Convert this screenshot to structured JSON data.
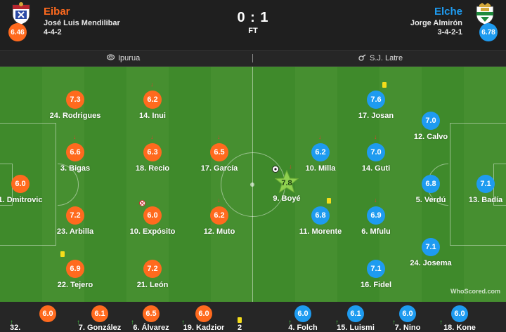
{
  "match": {
    "home_team": "Eibar",
    "home_manager": "José Luis Mendilibar",
    "home_formation": "4-4-2",
    "home_rating": "6.46",
    "away_team": "Elche",
    "away_manager": "Jorge Almirón",
    "away_formation": "3-4-2-1",
    "away_rating": "6.78",
    "score": "0 : 1",
    "status": "FT"
  },
  "info": {
    "venue": "Ipurua",
    "referee": "S.J. Latre"
  },
  "home_players": [
    {
      "name": "1. Dmitrovic",
      "rating": "6.0"
    },
    {
      "name": "3. Bigas",
      "rating": "6.6",
      "events": [
        "sub-off"
      ]
    },
    {
      "name": "23. Arbilla",
      "rating": "7.2"
    },
    {
      "name": "22. Tejero",
      "rating": "6.9",
      "events": [
        "yellow"
      ]
    },
    {
      "name": "24. Rodrigues",
      "rating": "7.3"
    },
    {
      "name": "14. Inui",
      "rating": "6.2",
      "events": [
        "sub-off"
      ]
    },
    {
      "name": "18. Recio",
      "rating": "6.3",
      "events": [
        "sub-off"
      ]
    },
    {
      "name": "10. Expósito",
      "rating": "6.0",
      "events": [
        "ball-red"
      ]
    },
    {
      "name": "21. León",
      "rating": "7.2"
    },
    {
      "name": "17. García",
      "rating": "6.5",
      "events": [
        "sub-off"
      ]
    },
    {
      "name": "12. Muto",
      "rating": "6.2",
      "events": [
        "sub-off"
      ]
    }
  ],
  "away_players": [
    {
      "name": "13. Badía",
      "rating": "7.1"
    },
    {
      "name": "12. Calvo",
      "rating": "7.0"
    },
    {
      "name": "5. Verdú",
      "rating": "6.8"
    },
    {
      "name": "24. Josema",
      "rating": "7.1"
    },
    {
      "name": "17. Josan",
      "rating": "7.6",
      "events": [
        "yellow"
      ]
    },
    {
      "name": "14. Guti",
      "rating": "7.0",
      "events": [
        "sub-off"
      ]
    },
    {
      "name": "6. Mfulu",
      "rating": "6.9",
      "events": [
        "sub-off"
      ]
    },
    {
      "name": "16. Fidel",
      "rating": "7.1"
    },
    {
      "name": "10. Milla",
      "rating": "6.2",
      "events": [
        "sub-off"
      ]
    },
    {
      "name": "11. Morente",
      "rating": "6.8",
      "events": [
        "yellow"
      ]
    },
    {
      "name": "9. Boyé",
      "rating": "7.8",
      "events": [
        "goal",
        "sub-off"
      ],
      "man_of_match": true
    }
  ],
  "substitutes": [
    {
      "team": "home",
      "name": "32.",
      "rating": ""
    },
    {
      "team": "home",
      "name": "",
      "rating": "6.0"
    },
    {
      "team": "home",
      "name": "7. González",
      "rating": "6.1"
    },
    {
      "team": "home",
      "name": "6. Álvarez",
      "rating": "6.5"
    },
    {
      "team": "home",
      "name": "19. Kadzior",
      "rating": "6.0",
      "events": [
        "yellow"
      ]
    },
    {
      "team": "home",
      "name": "2",
      "rating": ""
    },
    {
      "team": "away",
      "name": "4. Folch",
      "rating": "6.0"
    },
    {
      "team": "away",
      "name": "15. Luismi",
      "rating": "6.1"
    },
    {
      "team": "away",
      "name": "7. Nino",
      "rating": "6.0"
    },
    {
      "team": "away",
      "name": "18. Kone",
      "rating": "6.0"
    }
  ],
  "watermark": "WhoScored.com",
  "colors": {
    "home": "#ff6a1e",
    "away": "#1e9bf0",
    "pitch_light": "#468f30",
    "pitch_dark": "#3f8a2b",
    "motm_star": "#8fd14f"
  },
  "icons": {
    "venue": "stadium-icon",
    "referee": "whistle-icon"
  }
}
